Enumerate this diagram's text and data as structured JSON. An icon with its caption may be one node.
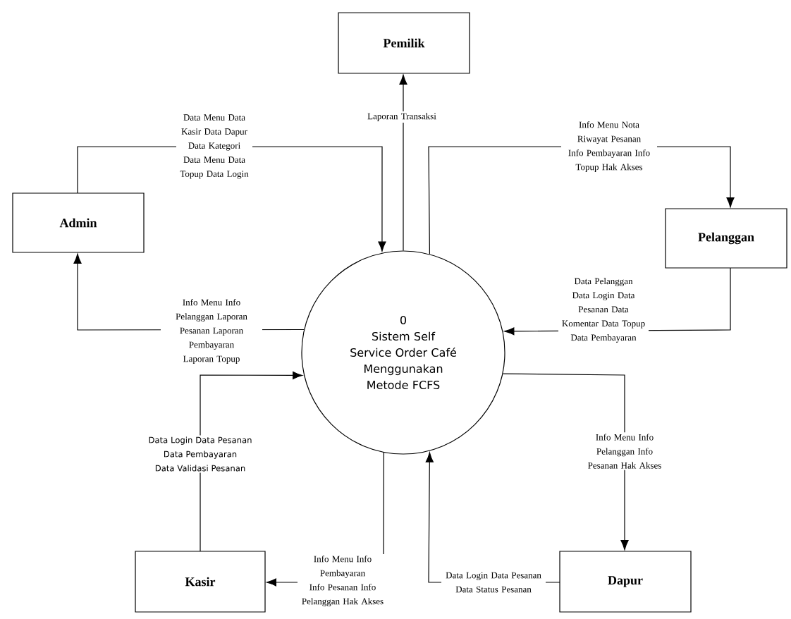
{
  "diagram": {
    "nodes": [
      {
        "text": [
          "Admin"
        ]
      },
      {
        "text": [
          "Pemilik"
        ]
      },
      {
        "text": [
          "Pelanggan"
        ]
      },
      {
        "text": [
          "0",
          "Sistem Self Service Order Café Menggunakan Metode FCFS"
        ]
      },
      {
        "text": [
          "Kasir"
        ]
      },
      {
        "text": [
          "Dapur"
        ]
      }
    ],
    "edges": [
      {
        "from": 0,
        "to": 3,
        "arrow": "to",
        "label": "Data Menu Data Kasir Data Dapur Data Kategori Data Menu Data Topup Data Login"
      },
      {
        "from": 3,
        "to": 1,
        "arrow": "to",
        "label": "Laporan Transaksi"
      },
      {
        "from": 3,
        "to": 2,
        "arrow": "to",
        "label": "Info Menu Nota Riwayat Pesanan Info Pembayaran Info Topup Hak Akses"
      },
      {
        "from": 2,
        "to": 3,
        "arrow": "to",
        "label": "Data Pelanggan Data Login Data Pesanan Data Komentar Data Topup Data Pembayaran"
      },
      {
        "from": 3,
        "to": 0,
        "arrow": "to",
        "label": "Info Menu Info Pelanggan Laporan Pesanan Laporan Pembayaran Laporan Topup"
      },
      {
        "from": 4,
        "to": 3,
        "arrow": "to",
        "label": "Data Login Data Pesanan Data Pembayaran Data Validasi Pesanan"
      },
      {
        "from": 3,
        "to": 4,
        "arrow": "to",
        "label": "Info Menu Info Pembayaran Info Pesanan Info Pelanggan Hak Akses"
      },
      {
        "from": 5,
        "to": 3,
        "arrow": "to",
        "label": "Data Login Data Pesanan Data Status Pesanan"
      },
      {
        "from": 3,
        "to": 5,
        "arrow": "to",
        "label": "Info Menu Info Pelanggan Info Pesanan Hak Akses"
      }
    ]
  }
}
